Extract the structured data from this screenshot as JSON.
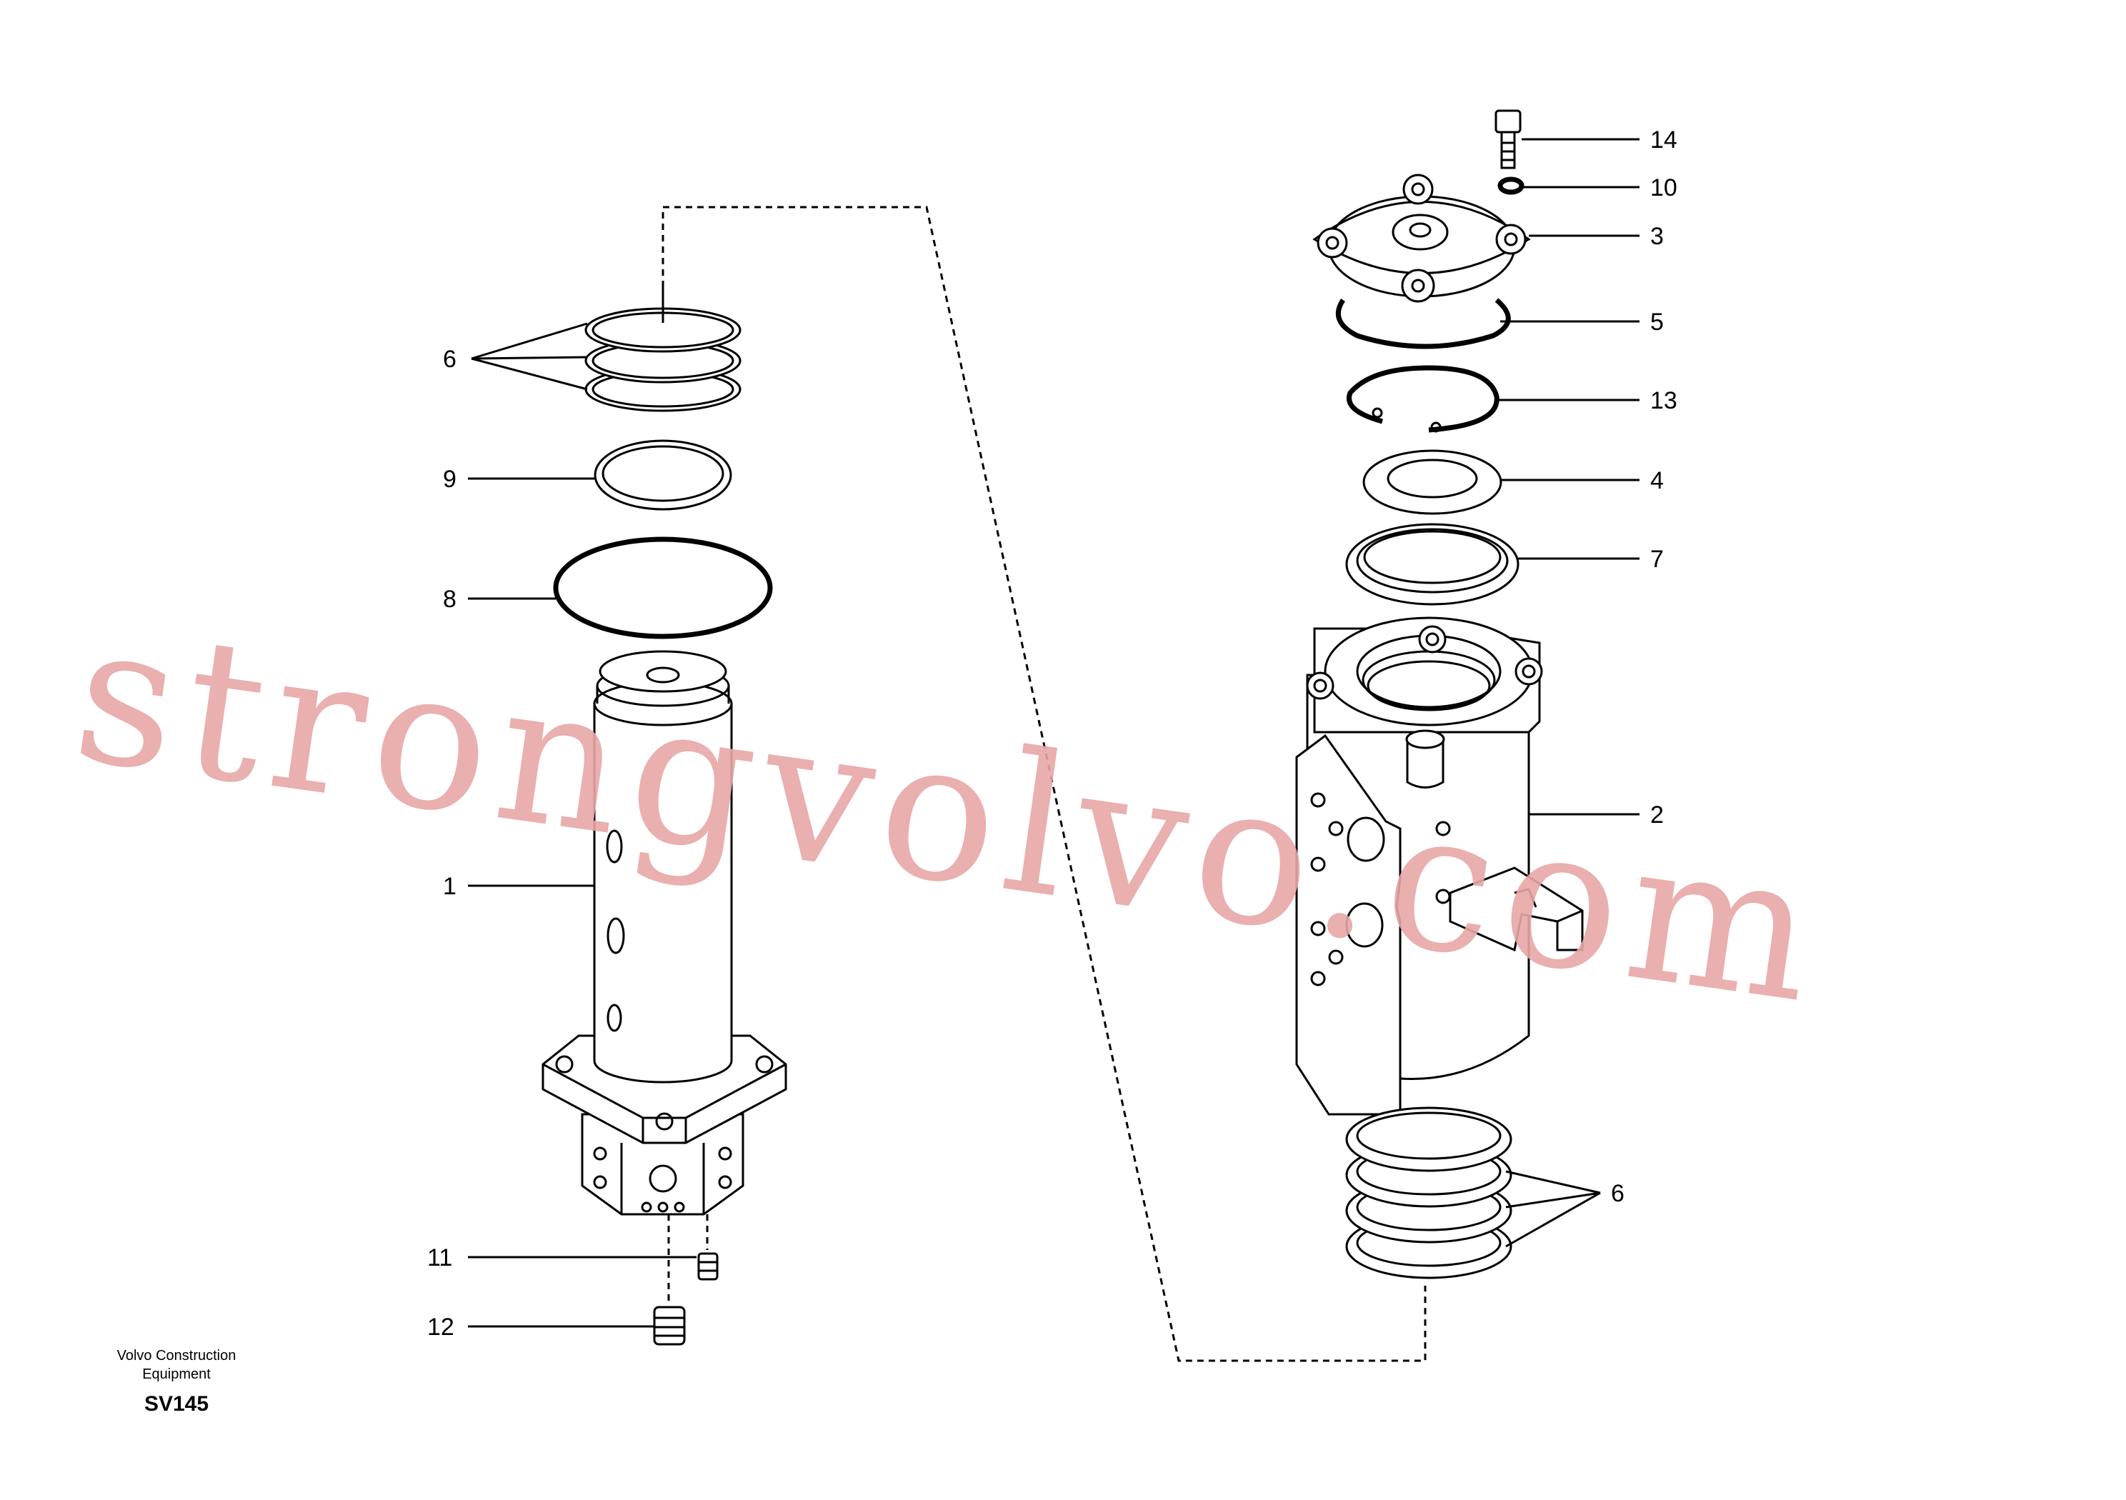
{
  "footer": {
    "brand_line1": "Volvo Construction",
    "brand_line2": "Equipment",
    "code": "SV145"
  },
  "watermark": "strongvolvo.com",
  "callouts": {
    "c14": "14",
    "c10": "10",
    "c3": "3",
    "c5": "5",
    "c13": "13",
    "c4": "4",
    "c7": "7",
    "c2": "2",
    "c6_right": "6",
    "c6_left": "6",
    "c9": "9",
    "c8": "8",
    "c1": "1",
    "c11": "11",
    "c12": "12"
  }
}
